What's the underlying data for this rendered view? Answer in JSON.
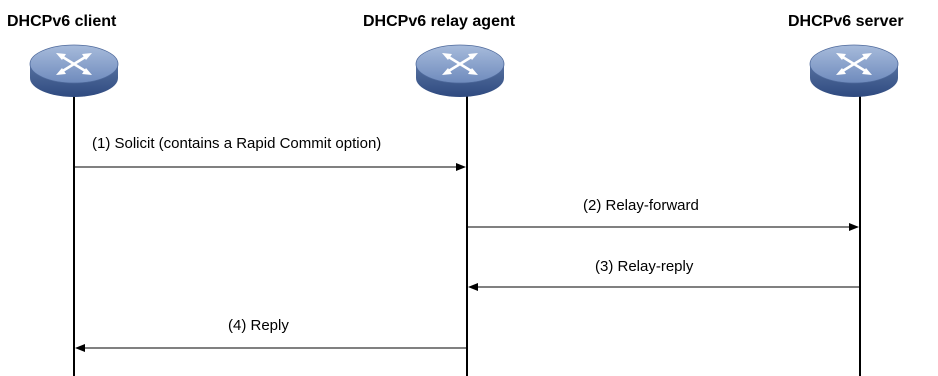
{
  "nodes": {
    "client": "DHCPv6 client",
    "relay": "DHCPv6 relay agent",
    "server": "DHCPv6 server"
  },
  "messages": [
    {
      "label": "(1) Solicit (contains a Rapid Commit option)",
      "from": "client",
      "to": "relay"
    },
    {
      "label": "(2) Relay-forward",
      "from": "relay",
      "to": "server"
    },
    {
      "label": "(3) Relay-reply",
      "from": "server",
      "to": "relay"
    },
    {
      "label": "(4) Reply",
      "from": "relay",
      "to": "client"
    }
  ],
  "colors": {
    "router_top": "#7d98c4",
    "router_side": "#3f5c94",
    "lifeline": "#000000"
  }
}
